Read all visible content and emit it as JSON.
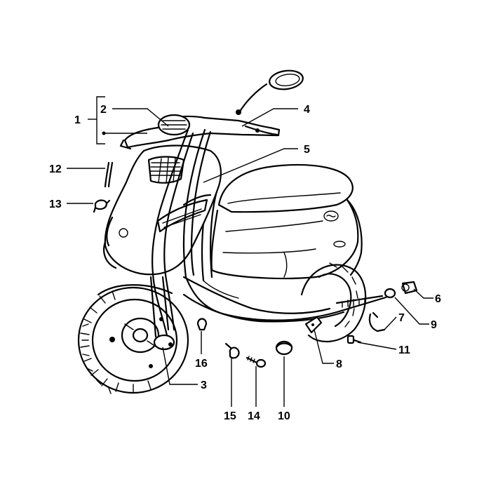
{
  "callouts": [
    {
      "id": "1",
      "text": "1"
    },
    {
      "id": "2",
      "text": "2"
    },
    {
      "id": "3",
      "text": "3"
    },
    {
      "id": "4",
      "text": "4"
    },
    {
      "id": "5",
      "text": "5"
    },
    {
      "id": "6",
      "text": "6"
    },
    {
      "id": "7",
      "text": "7"
    },
    {
      "id": "8",
      "text": "8"
    },
    {
      "id": "9",
      "text": "9"
    },
    {
      "id": "10",
      "text": "10"
    },
    {
      "id": "11",
      "text": "11"
    },
    {
      "id": "12",
      "text": "12"
    },
    {
      "id": "13",
      "text": "13"
    },
    {
      "id": "14",
      "text": "14"
    },
    {
      "id": "15",
      "text": "15"
    },
    {
      "id": "16",
      "text": "16"
    }
  ],
  "colors": {
    "ink": "#000000",
    "paper": "#ffffff"
  }
}
